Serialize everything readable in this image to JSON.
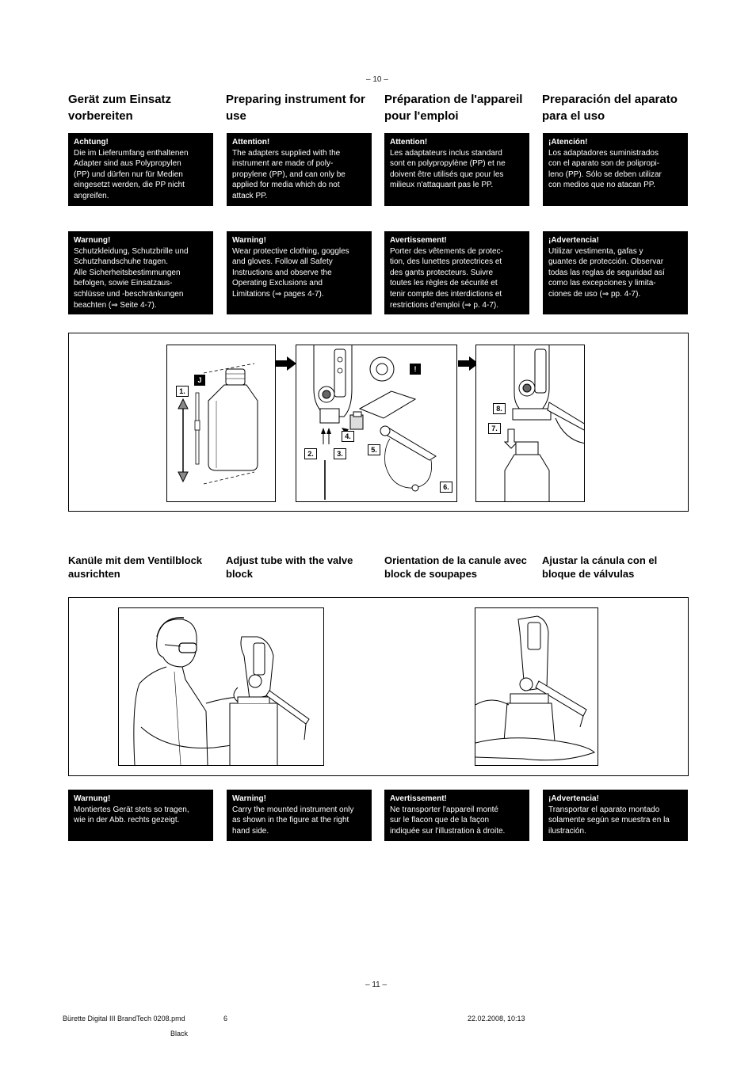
{
  "page_numbers": {
    "top": "– 10 –",
    "bottom": "– 11 –"
  },
  "section1": {
    "headings": [
      "Gerät zum Einsatz vorbereiten",
      "Preparing instrument for use",
      "Préparation de l'appareil pour l'emploi",
      "Preparación del aparato para el uso"
    ],
    "attention": [
      {
        "title": "Achtung!",
        "body": "Die im Lieferumfang enthaltenen\nAdapter sind aus Polypropylen\n(PP) und dürfen nur für Medien\neingesetzt werden, die PP nicht\nangreifen."
      },
      {
        "title": "Attention!",
        "body": "The adapters supplied with the\ninstrument are made of poly-\npropylene (PP), and can only be\napplied for media which do not\nattack PP."
      },
      {
        "title": "Attention!",
        "body": "Les adaptateurs inclus standard\nsont en polypropylène (PP) et ne\ndoivent être utilisés que pour les\nmilieux n'attaquant pas le PP."
      },
      {
        "title": "¡Atención!",
        "body": "Los adaptadores suministrados\ncon el aparato son de polipropi-\nleno (PP). Sólo se deben utilizar\ncon medios que no atacan PP."
      }
    ],
    "warnings": [
      {
        "title": "Warnung!",
        "body": "Schutzkleidung, Schutzbrille und\nSchutzhandschuhe tragen.\nAlle Sicherheitsbestimmungen\nbefolgen, sowie Einsatzaus-\nschlüsse und -beschränkungen\nbeachten (⇒ Seite 4-7)."
      },
      {
        "title": "Warning!",
        "body": "Wear protective clothing, goggles\nand gloves. Follow all Safety\nInstructions and observe the\nOperating Exclusions and\nLimitations (⇒ pages 4-7)."
      },
      {
        "title": "Avertissement!",
        "body": "Porter des vêtements de protec-\ntion, des lunettes protectrices et\ndes gants protecteurs. Suivre\ntoutes les règles de sécurité et\ntenir compte des interdictions et\nrestrictions d'emploi (⇒ p. 4-7)."
      },
      {
        "title": "¡Advertencia!",
        "body": "Utilizar vestimenta, gafas y\nguantes  de protección. Observar\ntodas las reglas de seguridad así\ncomo las excepciones y limita-\nciones de uso (⇒ pp. 4-7)."
      }
    ]
  },
  "figure1": {
    "step_labels": [
      "1.",
      "2.",
      "3.",
      "4.",
      "5.",
      "6.",
      "7.",
      "8."
    ],
    "tag_j": "J",
    "tag_warn": "!"
  },
  "section2": {
    "headings": [
      "Kanüle mit dem Ventilblock ausrichten",
      "Adjust tube with the valve block",
      "Orientation de la canule avec block de soupapes",
      "Ajustar la cánula con el bloque de válvulas"
    ],
    "warnings": [
      {
        "title": "Warnung!",
        "body": "Montiertes Gerät stets so tragen,\nwie in der Abb. rechts gezeigt."
      },
      {
        "title": "Warning!",
        "body": "Carry the mounted instrument only\nas shown in the figure at the right\nhand side."
      },
      {
        "title": "Avertissement!",
        "body": "Ne transporter l'appareil monté\nsur le flacon que de la façon\nindiquée sur l'illustration à droite."
      },
      {
        "title": "¡Advertencia!",
        "body": "Transportar el aparato montado\nsolamente según se muestra en la\nilustración."
      }
    ]
  },
  "footer": {
    "file": "Bürette Digital III BrandTech 0208.pmd",
    "page": "6",
    "datetime": "22.02.2008, 10:13",
    "color": "Black"
  }
}
